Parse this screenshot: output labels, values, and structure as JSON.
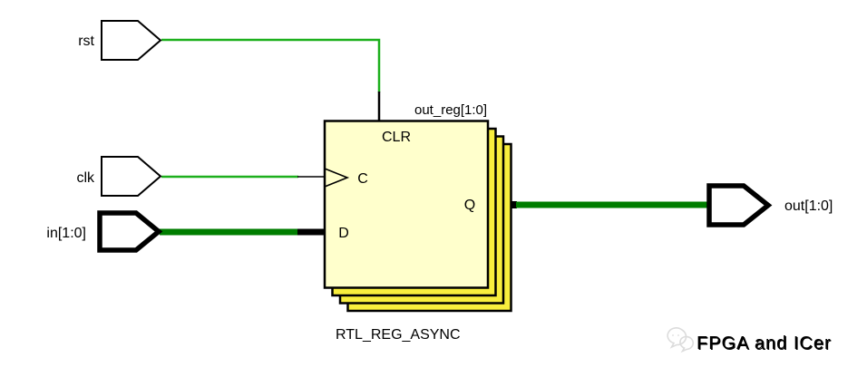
{
  "diagram": {
    "ports": [
      {
        "id": "rst",
        "label": "rst",
        "kind": "scalar-input"
      },
      {
        "id": "clk",
        "label": "clk",
        "kind": "scalar-input"
      },
      {
        "id": "in",
        "label": "in[1:0]",
        "kind": "bus-input"
      },
      {
        "id": "out",
        "label": "out[1:0]",
        "kind": "bus-output"
      }
    ],
    "register": {
      "instance": "out_reg[1:0]",
      "type": "RTL_REG_ASYNC",
      "pins": {
        "clr": "CLR",
        "c": "C",
        "d": "D",
        "q": "Q"
      }
    },
    "watermark": {
      "label": "FPGA and ICer"
    },
    "colors": {
      "net_scalar": "#1caf1c",
      "net_bus": "#007d00",
      "block_fill": "#ffffcc",
      "stack_fill": "#f8ee3d",
      "port_fill": "#ffffff",
      "outline": "#000000",
      "watermark": "#e2e2e2",
      "watermark_highlight": "#ffffff"
    }
  }
}
